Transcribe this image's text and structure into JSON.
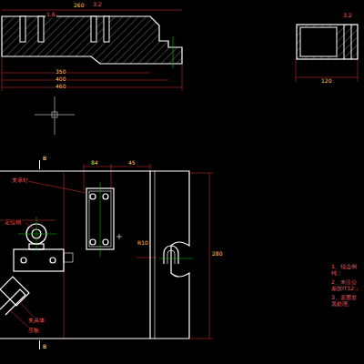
{
  "diagram": {
    "labels": [
      "260",
      "1.6",
      "3.2",
      "3.2",
      "350",
      "400",
      "460",
      "120",
      "B",
      "B",
      "84",
      "45",
      "R10",
      "280",
      "支承钉",
      "定位销",
      "夹具体",
      "压板",
      "1、锐边倒钝；",
      "2、未注公差按IT12；",
      "3、表面发黑处理。"
    ]
  }
}
